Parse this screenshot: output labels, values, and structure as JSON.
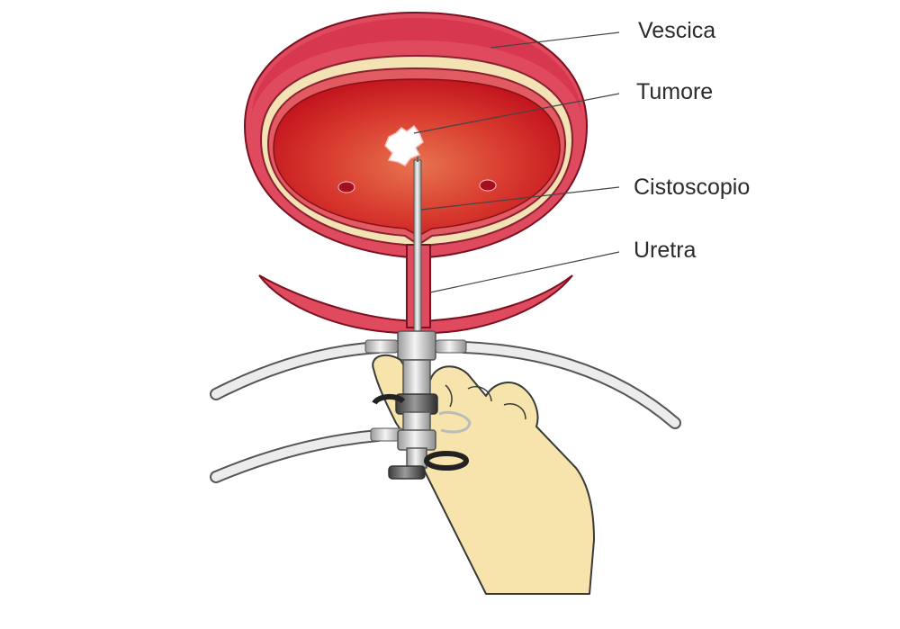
{
  "labels": {
    "vescica": "Vescica",
    "tumore": "Tumore",
    "cistoscopio": "Cistoscopio",
    "uretra": "Uretra"
  },
  "colors": {
    "bladder_wall": "#e04a5e",
    "bladder_wall_dark": "#b82238",
    "bladder_lining": "#f3e2b4",
    "bladder_cavity": "#c9161f",
    "bladder_cavity_light": "#e0704f",
    "hand_skin": "#f6e4ac",
    "instrument_metal": "#d9d9d9",
    "tube": "#e6e6e6",
    "leader_line": "#444444",
    "text": "#2b2b2b"
  }
}
